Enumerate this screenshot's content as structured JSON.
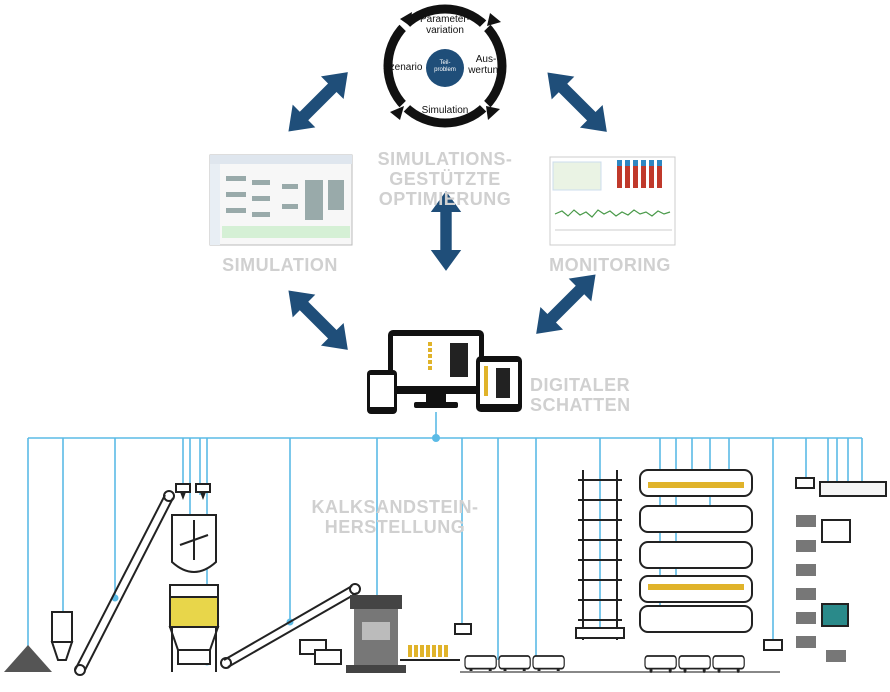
{
  "cycle": {
    "top": "Parameter-\nvariation",
    "left": "Szenario",
    "right": "Aus-\nwertung",
    "bottom": "Simulation",
    "center": "Teil-\nproblem"
  },
  "labels": {
    "optimierung": "SIMULATIONS-\nGESTÜTZTE\nOPTIMIERUNG",
    "simulation": "SIMULATION",
    "monitoring": "MONITORING",
    "schatten": "DIGITALER\nSCHATTEN",
    "herstellung": "KALKSANDSTEIN-\nHERSTELLUNG"
  },
  "colors": {
    "arrow": "#1f4e79",
    "line": "#5bbbe6",
    "grey_label": "#d0d0d0",
    "dark": "#222222"
  }
}
